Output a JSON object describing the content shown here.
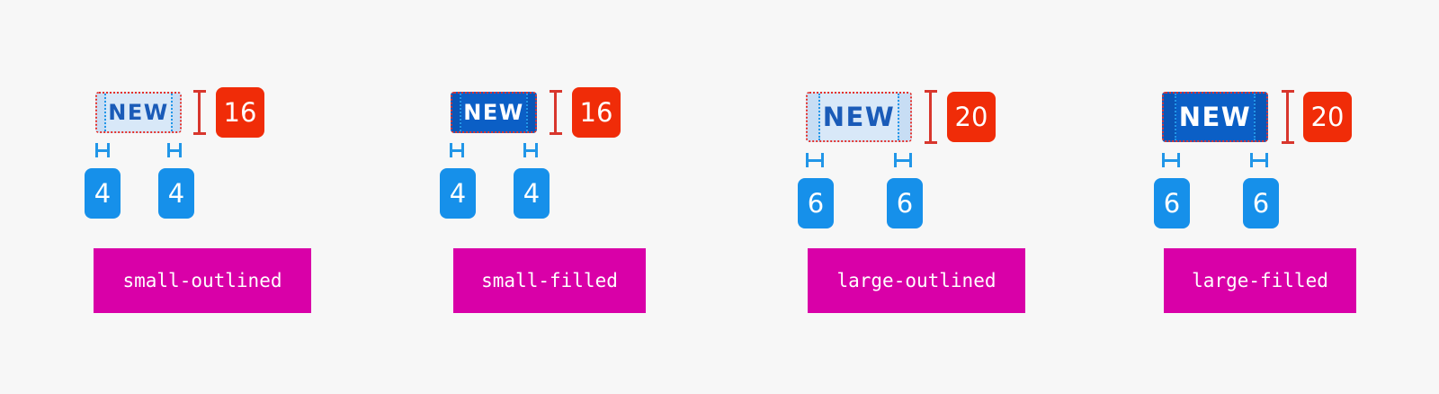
{
  "variants": [
    {
      "id": "small-outlined",
      "badge_text": "NEW",
      "height_value": "16",
      "padding_left": "4",
      "padding_right": "4",
      "label": "small-outlined"
    },
    {
      "id": "small-filled",
      "badge_text": "NEW",
      "height_value": "16",
      "padding_left": "4",
      "padding_right": "4",
      "label": "small-filled"
    },
    {
      "id": "large-outlined",
      "badge_text": "NEW",
      "height_value": "20",
      "padding_left": "6",
      "padding_right": "6",
      "label": "large-outlined"
    },
    {
      "id": "large-filled",
      "badge_text": "NEW",
      "height_value": "20",
      "padding_left": "6",
      "padding_right": "6",
      "label": "large-filled"
    }
  ],
  "colors": {
    "background": "#f7f7f7",
    "badge_outlined_bg": "#d8e8f8",
    "badge_filled_bg": "#0b5fc6",
    "height_annotation": "#f02c08",
    "padding_annotation": "#1690ea",
    "label_bg": "#d900a8"
  }
}
